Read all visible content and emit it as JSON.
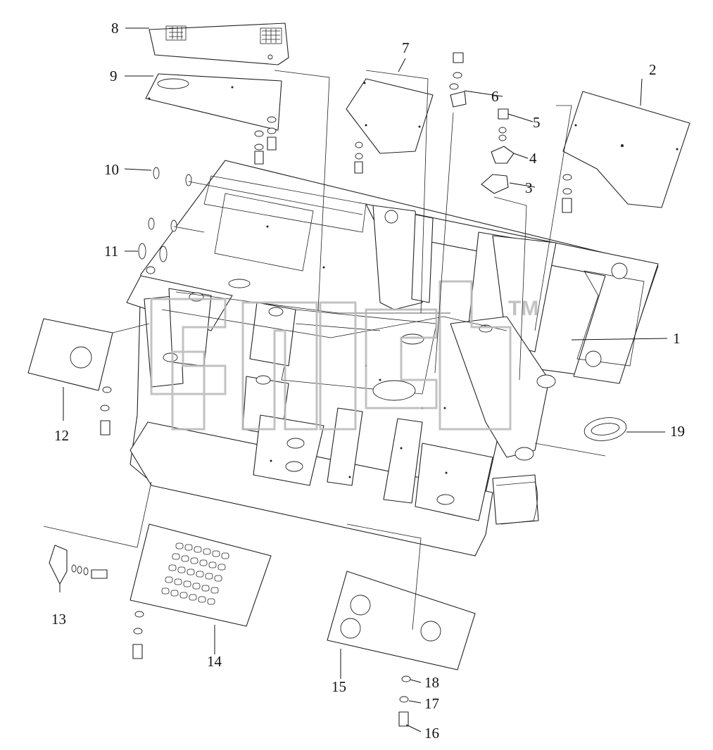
{
  "diagram": {
    "watermark_symbol": "TM",
    "callouts": [
      {
        "id": "1",
        "label": "1"
      },
      {
        "id": "2",
        "label": "2"
      },
      {
        "id": "3",
        "label": "3"
      },
      {
        "id": "4",
        "label": "4"
      },
      {
        "id": "5",
        "label": "5"
      },
      {
        "id": "6",
        "label": "6"
      },
      {
        "id": "7",
        "label": "7"
      },
      {
        "id": "8",
        "label": "8"
      },
      {
        "id": "9",
        "label": "9"
      },
      {
        "id": "10",
        "label": "10"
      },
      {
        "id": "11",
        "label": "11"
      },
      {
        "id": "12",
        "label": "12"
      },
      {
        "id": "13",
        "label": "13"
      },
      {
        "id": "14",
        "label": "14"
      },
      {
        "id": "15",
        "label": "15"
      },
      {
        "id": "16",
        "label": "16"
      },
      {
        "id": "17",
        "label": "17"
      },
      {
        "id": "18",
        "label": "18"
      },
      {
        "id": "19",
        "label": "19"
      }
    ]
  }
}
